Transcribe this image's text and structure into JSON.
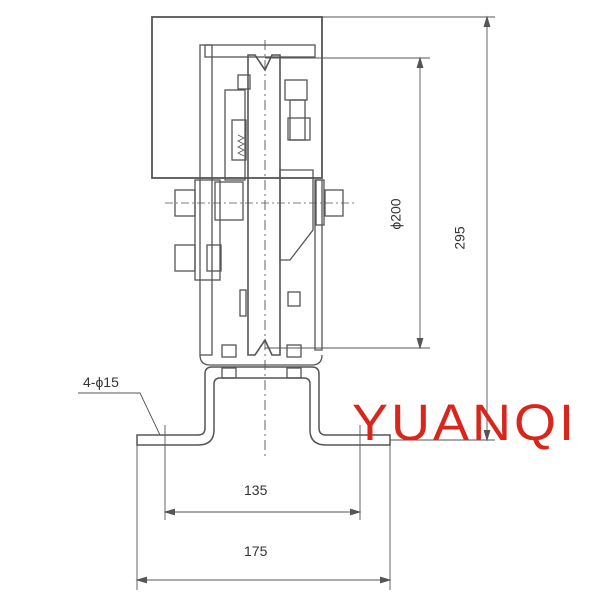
{
  "drawing": {
    "dimensions": {
      "overall_height": "295",
      "wheel_diameter": "ϕ200",
      "holes": "4-ϕ15",
      "hole_spacing": "135",
      "base_width": "175"
    },
    "logo_text": "YUANQI",
    "colors": {
      "line": "#555555",
      "logo": "#d9261c"
    }
  }
}
